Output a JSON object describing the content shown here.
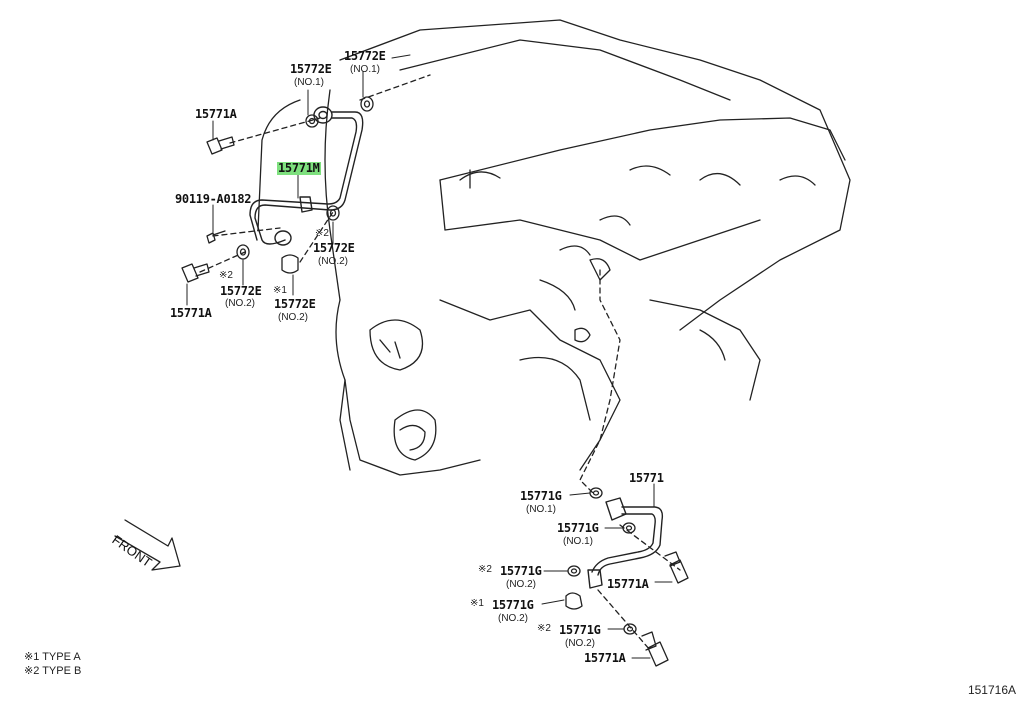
{
  "diagram": {
    "title_code": "151716A",
    "front_label": "FRONT",
    "legend": [
      {
        "mark": "※1",
        "text": "TYPE A"
      },
      {
        "mark": "※2",
        "text": "TYPE B"
      }
    ],
    "parts_top": [
      {
        "id": "p1",
        "part": "15772E",
        "sub": "(NO.1)"
      },
      {
        "id": "p2",
        "part": "15772E",
        "sub": "(NO.1)"
      },
      {
        "id": "p3",
        "part": "15771A"
      },
      {
        "id": "p4",
        "part": "15771M",
        "highlighted": true
      },
      {
        "id": "p5",
        "part": "90119-A0182"
      },
      {
        "id": "p6",
        "part": "15772E",
        "sub": "(NO.2)",
        "mark": "※2"
      },
      {
        "id": "p7",
        "part": "15772E",
        "sub": "(NO.2)",
        "mark": "※2"
      },
      {
        "id": "p8",
        "part": "15772E",
        "sub": "(NO.2)",
        "mark": "※1"
      },
      {
        "id": "p9",
        "part": "15771A"
      }
    ],
    "parts_bottom": [
      {
        "id": "b1",
        "part": "15771"
      },
      {
        "id": "b2",
        "part": "15771G",
        "sub": "(NO.1)"
      },
      {
        "id": "b3",
        "part": "15771G",
        "sub": "(NO.1)"
      },
      {
        "id": "b4",
        "part": "15771G",
        "sub": "(NO.2)",
        "mark": "※2"
      },
      {
        "id": "b5",
        "part": "15771A"
      },
      {
        "id": "b6",
        "part": "15771G",
        "sub": "(NO.2)",
        "mark": "※1"
      },
      {
        "id": "b7",
        "part": "15771G",
        "sub": "(NO.2)",
        "mark": "※2"
      },
      {
        "id": "b8",
        "part": "15771A"
      }
    ],
    "highlight_color": "#7ee07e"
  }
}
